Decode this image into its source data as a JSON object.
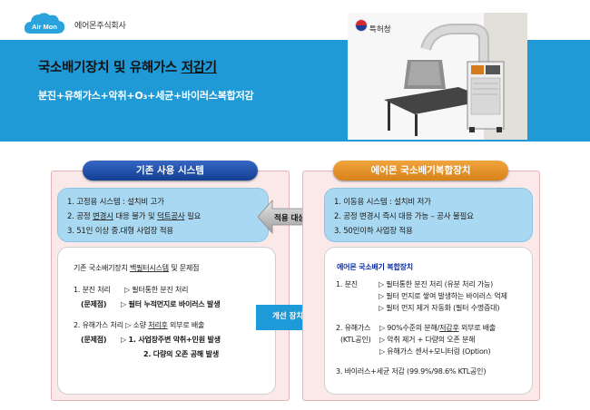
{
  "header": {
    "logo_text": "Air Mon",
    "company": "에어몬주식회사",
    "title_main": "국소배기장치 및 유해가스 ",
    "title_underlined": "저감기",
    "subtitle": "분진+유해가스+악취+O₃+세균+바이러스복합저감",
    "patent_label": "특허청"
  },
  "left": {
    "header": "기존 사용 시스템",
    "info": [
      {
        "pre": "1. 고정용 시스템 : 설치비 고가",
        "ul": "",
        "post": ""
      },
      {
        "pre": "2. 공정 ",
        "ul": "변경시",
        "post": " 대응 불가 및 ",
        "ul2": "덕트공사",
        "post2": " 필요"
      },
      {
        "pre": "3. 51인 이상 중.대형 사업장 적용",
        "ul": "",
        "post": ""
      }
    ],
    "detail": {
      "heading_pre": "기존 국소배기장치 ",
      "heading_ul": "백필터시스템",
      "heading_post": " 및 문제점",
      "item1": "1. 분진 처리",
      "item1_desc": "▷ 필터통한 분진 처리",
      "problem_label": "(문제점)",
      "item1_problem": "▷ 필터 누적먼지로 바이러스 발생",
      "item2_pre": "2. 유해가스 처리 ▷ 소량 ",
      "item2_ul": "처리후",
      "item2_post": " 외부로 배출",
      "problem_label_2": "(문제점)",
      "item2_problem_1": "▷ 1. 사업장주변 악취+민원 발생",
      "item2_problem_2": "2. 다량의 오존 공해 발생"
    }
  },
  "center": {
    "apply_label": "적용 대상",
    "improve_label": "개선 장치"
  },
  "right": {
    "header": "에어몬 국소배기복합장치",
    "info": [
      "1. 이동용 시스템 : 설치비 저가",
      "2. 공정 변경시 즉시 대응 가능 – 공사 불필요",
      "3. 50인이하 사업장 적용"
    ],
    "detail": {
      "heading": "에어몬 국소배기 복합장치",
      "item1": "1. 분진",
      "item1_lines": [
        "▷ 필터통한 분진 처리 (유분 처리 가능)",
        "▷ 필터 먼지로 쌓여 발생하는 바이러스 억제",
        "▷ 필터 먼지 제거 자동화 (필터 수명증대)"
      ],
      "item2": "2. 유해가스",
      "item2_sub": "(KTL공인)",
      "item2_line1_pre": "▷ 90%수준의 분해/",
      "item2_line1_ul": "저감후",
      "item2_line1_post": " 외부로 배출",
      "item2_lines": [
        "▷ 악취 제거 + 다량의 오존 분해",
        "▷ 유해가스 센서+모니터링 (Option)"
      ],
      "item3": "3. 바이러스+세균 저감 (99.9%/98.6% KTL공인)"
    }
  },
  "colors": {
    "banner": "#1f9ad6",
    "pill_left": "#1f4ea8",
    "pill_right": "#e8952c",
    "panel_bg": "#fbe9ea",
    "info_box": "#a9d9f2"
  }
}
